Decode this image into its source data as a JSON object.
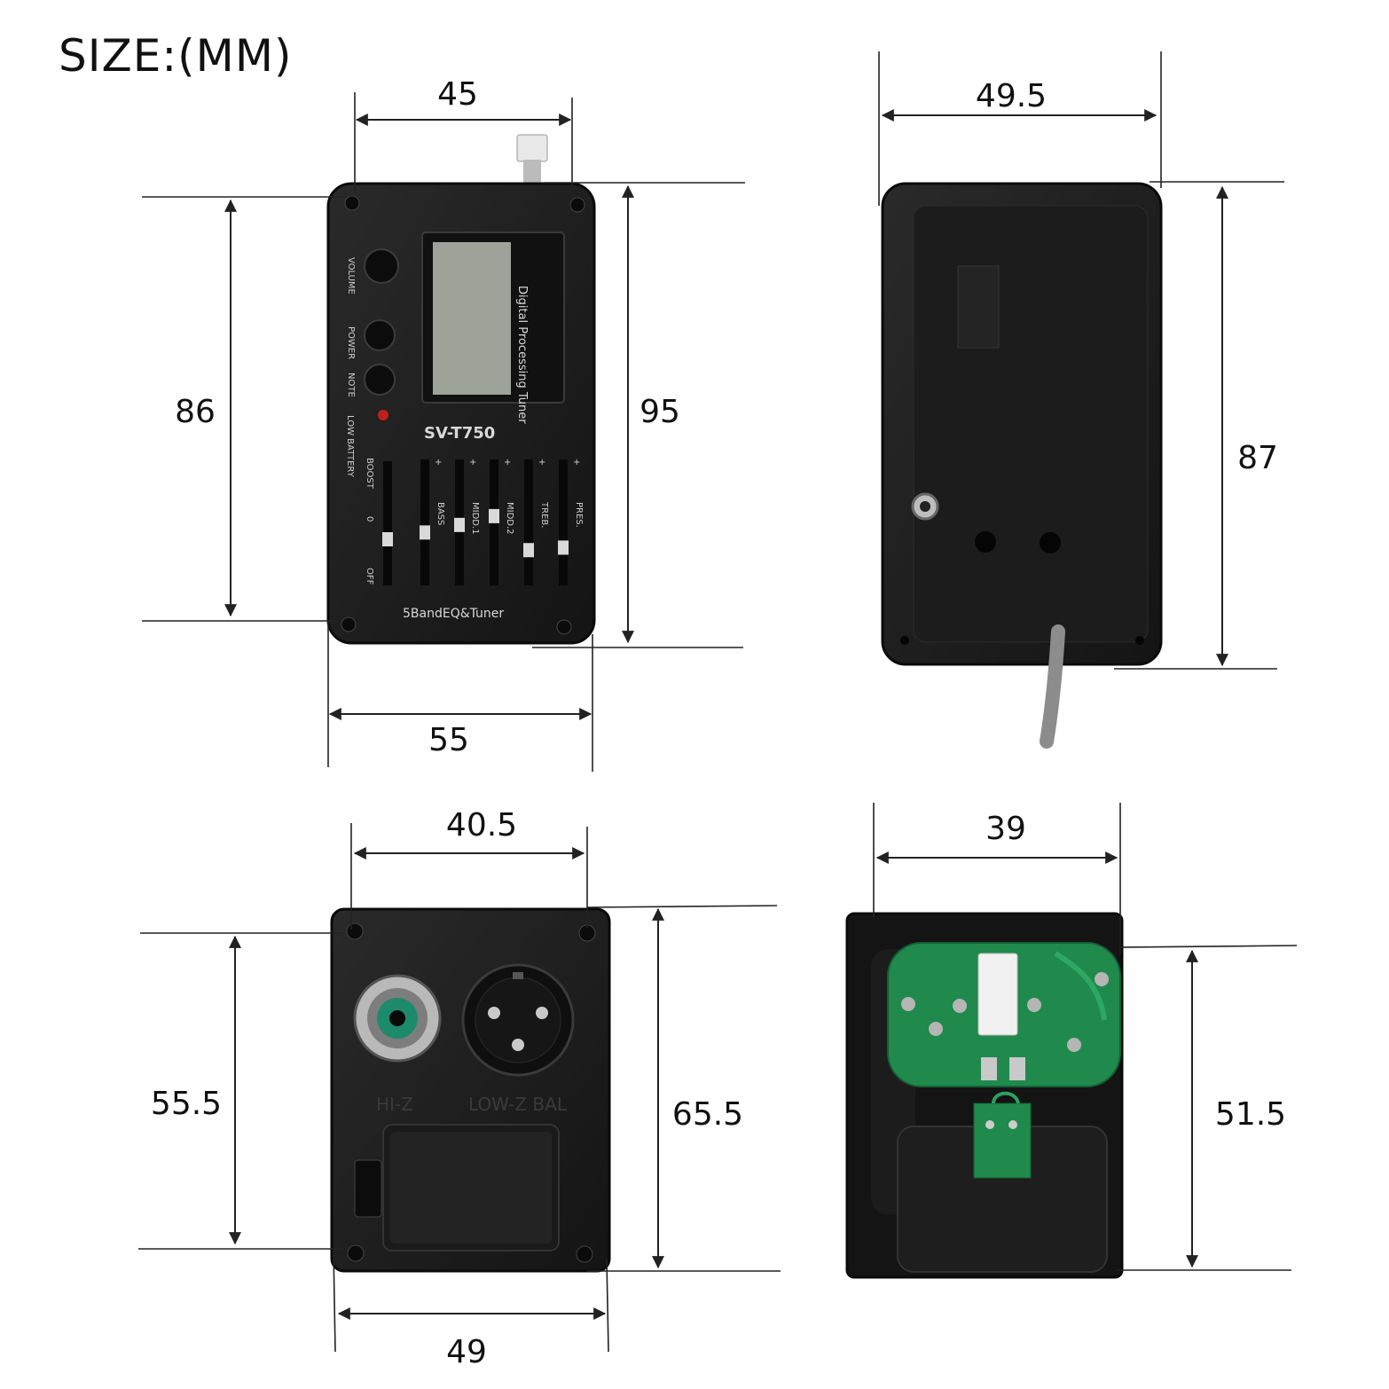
{
  "title": "SIZE:(MM)",
  "front_device": {
    "model": "SV-T750",
    "footer": "5BandEQ&Tuner",
    "display_label": "Digital Processing Tuner",
    "knob_labels": [
      "VOLUME",
      "POWER",
      "NOTE"
    ],
    "led_label": "LOW BATTERY",
    "boost_label": "BOOST",
    "boost_on": "0",
    "boost_off": "OFF",
    "sliders": [
      "BASS",
      "MIDD.1",
      "MIDD.2",
      "TREB.",
      "PRES."
    ],
    "slider_levels": [
      0.58,
      0.52,
      0.45,
      0.72,
      0.7
    ]
  },
  "jack_panel": {
    "hiz_label": "HI-Z",
    "lowz_label": "LOW-Z BAL"
  },
  "dimensions": {
    "front_top_width": "45",
    "front_bottom_width": "55",
    "front_left_height": "86",
    "front_right_height": "95",
    "back_width": "49.5",
    "back_height": "87",
    "jack_top_width": "40.5",
    "jack_bottom_width": "49",
    "jack_left_height": "55.5",
    "jack_right_height": "65.5",
    "pcb_width": "39",
    "pcb_height": "51.5"
  },
  "colors": {
    "device_body": "#1e1e1e",
    "lcd": "#9ea39a",
    "pcb": "#1f8a4c",
    "cable": "#8c8c8c"
  }
}
